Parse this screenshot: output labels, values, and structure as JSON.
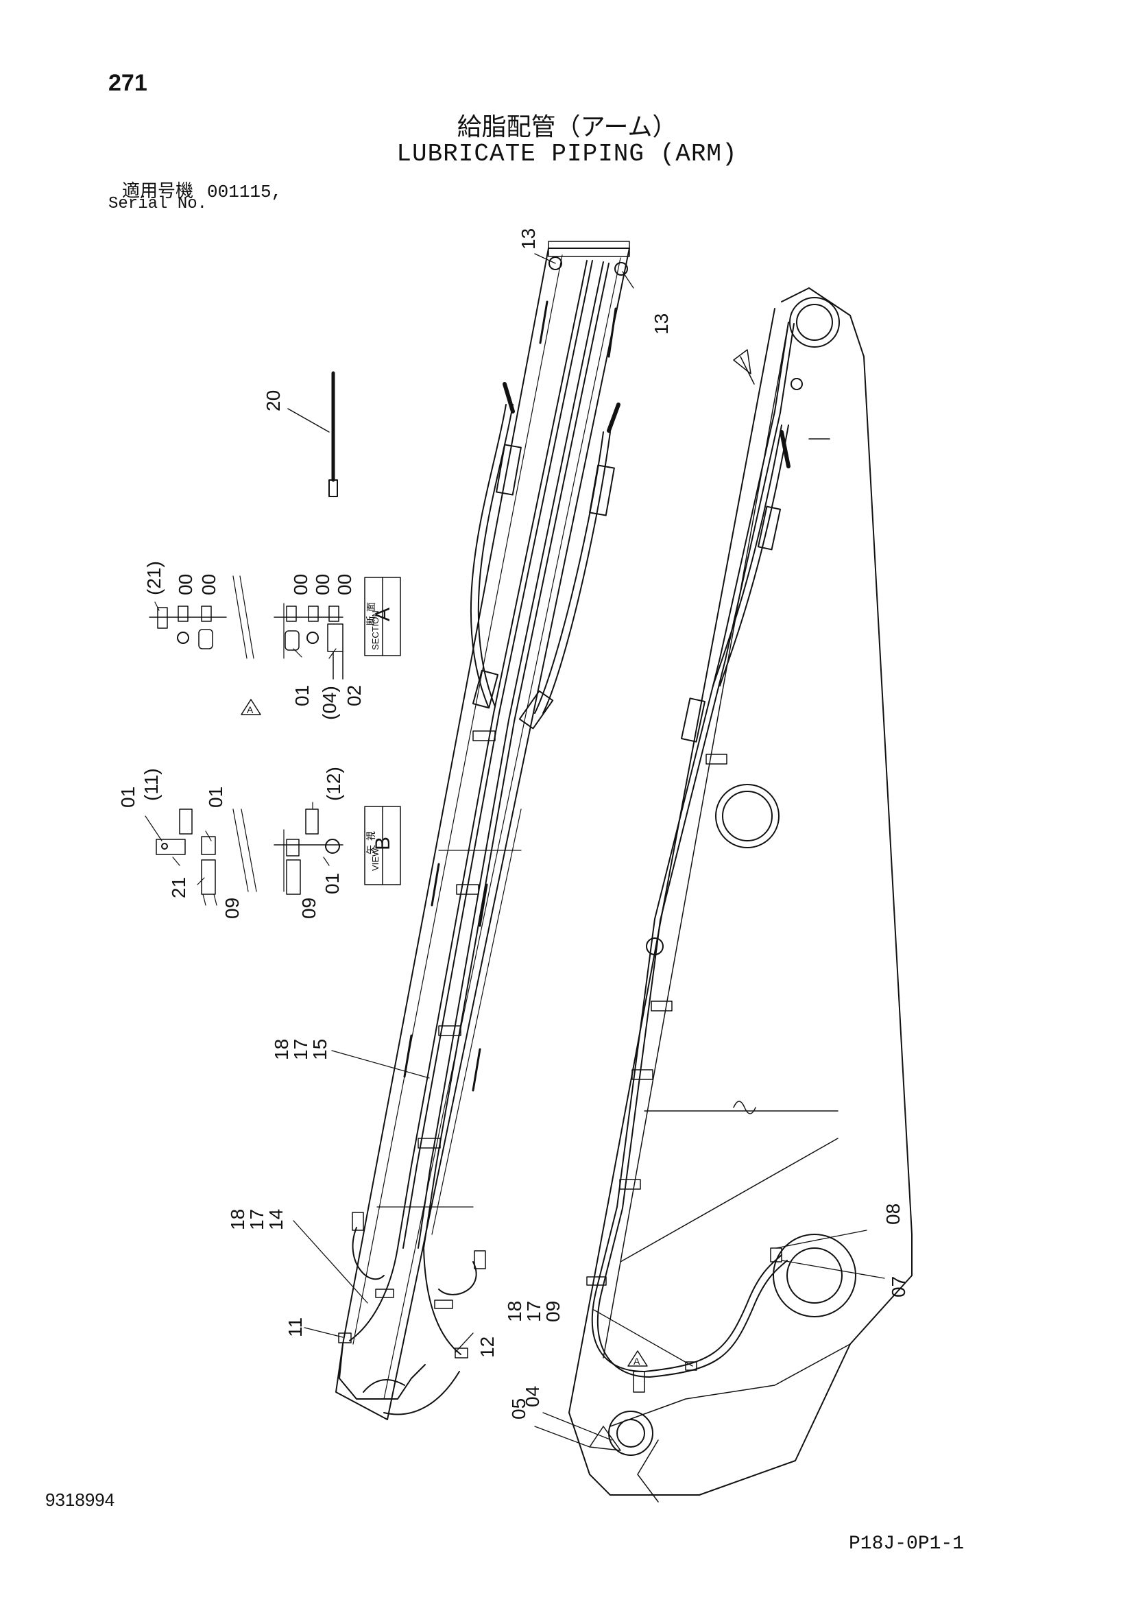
{
  "page_number": "271",
  "title_jp": "給脂配管（アーム）",
  "title_en": "LUBRICATE PIPING (ARM)",
  "serial": {
    "label_jp": "適用号機",
    "value": "001115,",
    "label_en": "Serial No."
  },
  "callouts": {
    "c13a": "13",
    "c13b": "13",
    "c20": "20",
    "c18a": "18",
    "c17a": "17",
    "c15": "15",
    "c18b": "18",
    "c17b": "17",
    "c14": "14",
    "c11": "11",
    "c12": "12",
    "c18c": "18",
    "c17c": "17",
    "c09": "09",
    "c04": "04",
    "c05": "05",
    "c08": "08",
    "c07": "07"
  },
  "section_a": {
    "box_jp_1": "断",
    "box_jp_2": "面",
    "box_en": "SECTION",
    "letter": "A",
    "labels": {
      "l21": "(21)",
      "l00a": "00",
      "l00b": "00",
      "l00c": "00",
      "l00d": "00",
      "l00e": "00",
      "l01": "01",
      "l04": "(04)",
      "l02": "02"
    }
  },
  "view_b": {
    "box_jp_1": "矢",
    "box_jp_2": "視",
    "box_en": "VIEW",
    "letter": "B",
    "labels": {
      "l01a": "01",
      "l11": "(11)",
      "l01b": "01",
      "l12": "(12)",
      "l21": "21",
      "l09a": "09",
      "l09b": "09",
      "l01c": "01"
    }
  },
  "markers": {
    "a_marker": "A"
  },
  "document_number": "9318994",
  "sheet_code": "P18J-0P1-1"
}
